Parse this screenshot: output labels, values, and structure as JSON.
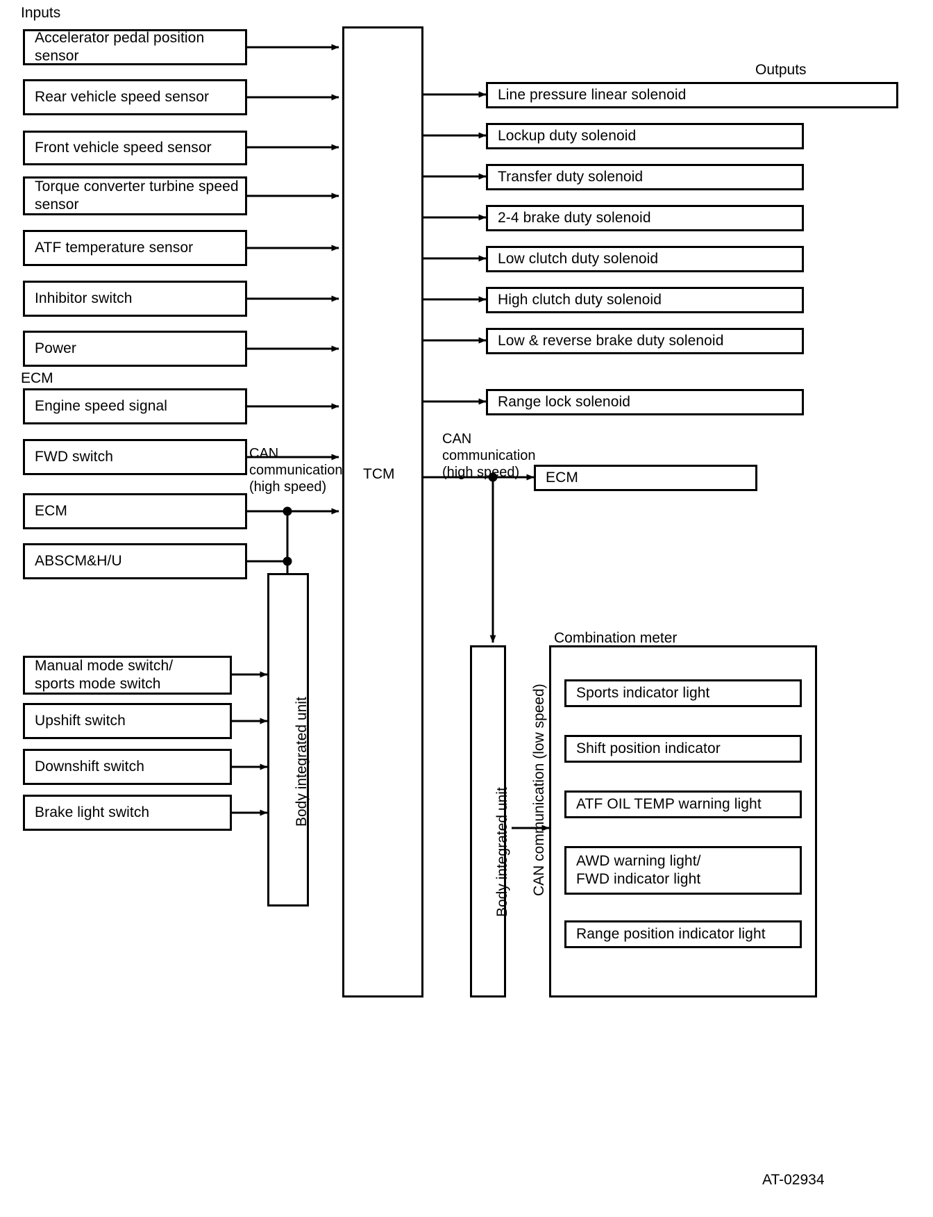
{
  "headings": {
    "inputs": "Inputs",
    "outputs": "Outputs",
    "ecm_group": "ECM",
    "combination_meter": "Combination meter"
  },
  "center": {
    "tcm_label": "TCM"
  },
  "inputs": [
    {
      "label": "Accelerator pedal position sensor"
    },
    {
      "label": "Rear vehicle speed sensor"
    },
    {
      "label": "Front vehicle speed sensor"
    },
    {
      "label": "Torque converter turbine speed\nsensor"
    },
    {
      "label": "ATF temperature sensor"
    },
    {
      "label": "Inhibitor switch"
    },
    {
      "label": "Power"
    },
    {
      "label": "Engine speed signal"
    },
    {
      "label": "FWD switch"
    },
    {
      "label": "ECM"
    },
    {
      "label": "ABSCM&H/U"
    }
  ],
  "outputs": [
    {
      "label": "Line pressure linear solenoid"
    },
    {
      "label": "Lockup duty solenoid"
    },
    {
      "label": "Transfer duty solenoid"
    },
    {
      "label": "2-4 brake duty solenoid"
    },
    {
      "label": "Low clutch duty solenoid"
    },
    {
      "label": "High clutch duty solenoid"
    },
    {
      "label": "Low & reverse brake duty solenoid"
    },
    {
      "label": "Range lock solenoid"
    },
    {
      "label": "ECM"
    }
  ],
  "switches": [
    {
      "label": "Manual mode switch/\nsports mode switch"
    },
    {
      "label": "Upshift switch"
    },
    {
      "label": "Downshift switch"
    },
    {
      "label": "Brake light switch"
    }
  ],
  "meter_items": [
    {
      "label": "Sports indicator light"
    },
    {
      "label": "Shift position indicator"
    },
    {
      "label": "ATF OIL TEMP warning light"
    },
    {
      "label": "AWD warning light/\nFWD indicator light"
    },
    {
      "label": "Range position indicator light"
    }
  ],
  "bus_labels": {
    "can_high_left": "CAN\ncommunication\n(high speed)",
    "can_high_right": "CAN\ncommunication\n(high speed)",
    "can_low_vertical": "CAN communication (low speed)"
  },
  "units": {
    "body_integrated_unit_left": "Body integrated unit",
    "body_integrated_unit_right": "Body integrated unit"
  },
  "footer": {
    "code": "AT-02934"
  },
  "colors": {
    "stroke": "#000000",
    "background": "#ffffff"
  }
}
